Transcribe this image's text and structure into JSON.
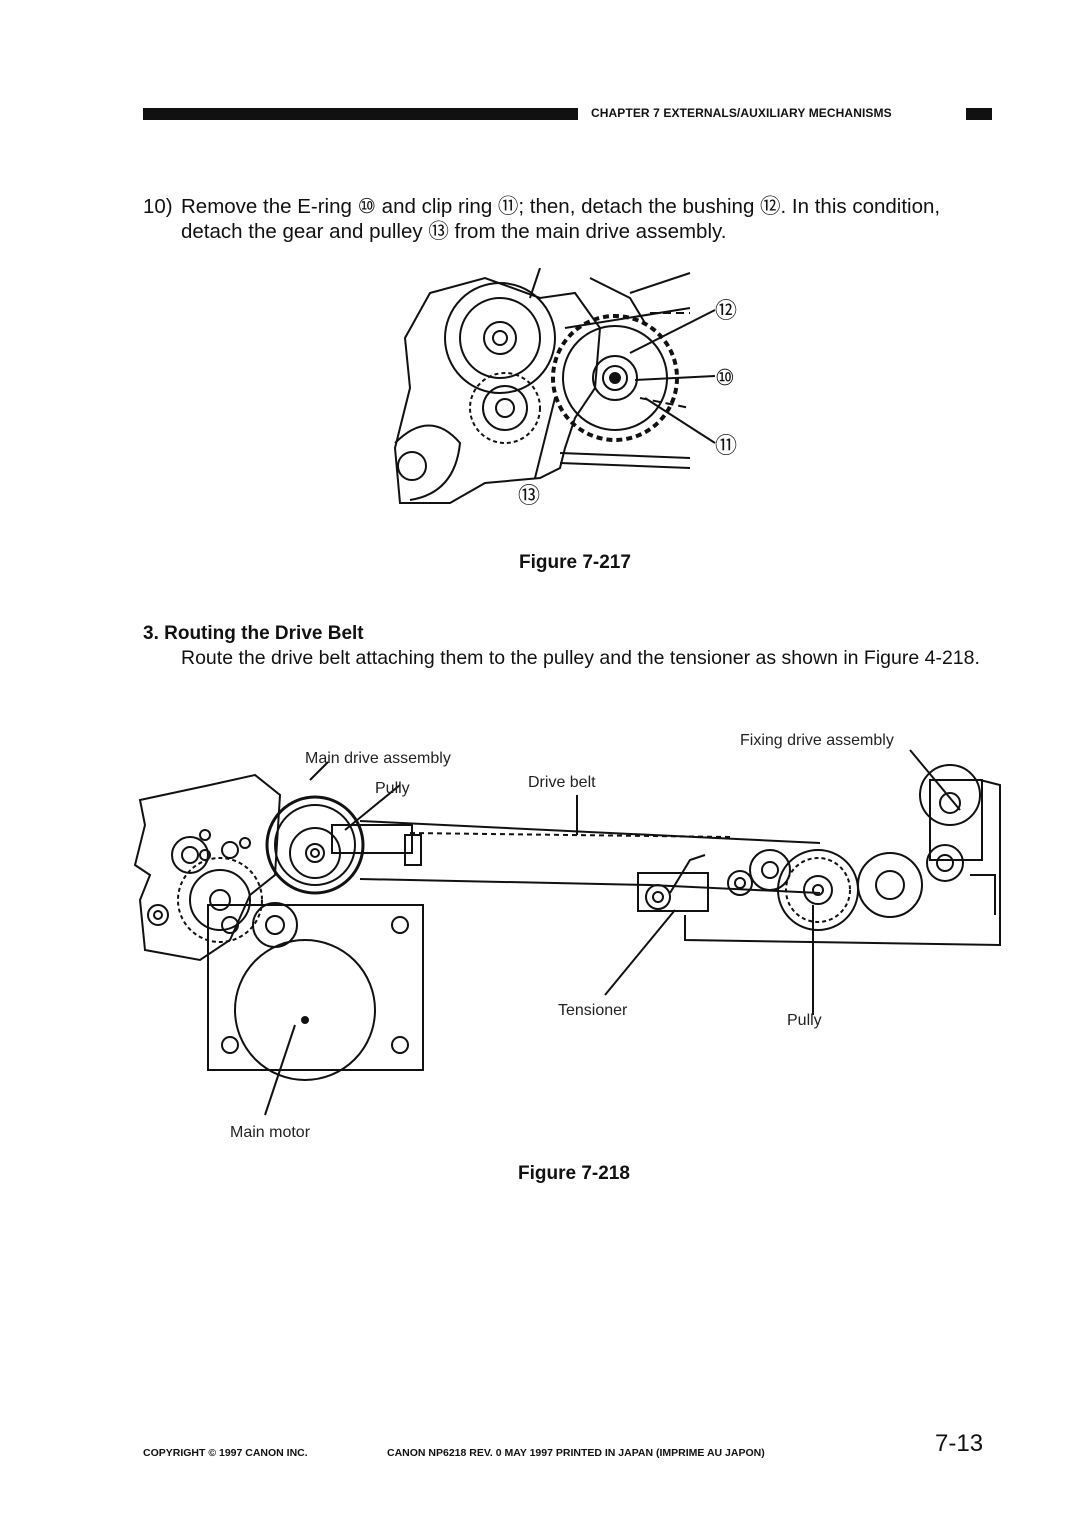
{
  "header": {
    "title": "CHAPTER 7  EXTERNALS/AUXILIARY MECHANISMS"
  },
  "step10": {
    "number": "10)",
    "text": "Remove the E-ring ⑩ and clip ring ⑪; then, detach the bushing ⑫. In this condition, detach the gear and pulley ⑬ from the main drive assembly."
  },
  "figure217": {
    "caption": "Figure 7-217",
    "callouts": [
      "⑫",
      "⑩",
      "⑪",
      "⑬"
    ]
  },
  "section3": {
    "heading": "3.  Routing the Drive Belt",
    "body": "Route the drive belt attaching them to the pulley and the tensioner as shown in Figure 4-218."
  },
  "figure218": {
    "caption": "Figure 7-218",
    "labels": {
      "main_drive_assembly": "Main drive assembly",
      "pully_left": "Pully",
      "drive_belt": "Drive belt",
      "fixing_drive_assembly": "Fixing drive assembly",
      "tensioner": "Tensioner",
      "pully_right": "Pully",
      "main_motor": "Main motor"
    }
  },
  "footer": {
    "copyright": "COPYRIGHT © 1997 CANON INC.",
    "edition": "CANON NP6218 REV. 0 MAY 1997 PRINTED IN JAPAN (IMPRIME AU JAPON)",
    "page": "7-13"
  }
}
